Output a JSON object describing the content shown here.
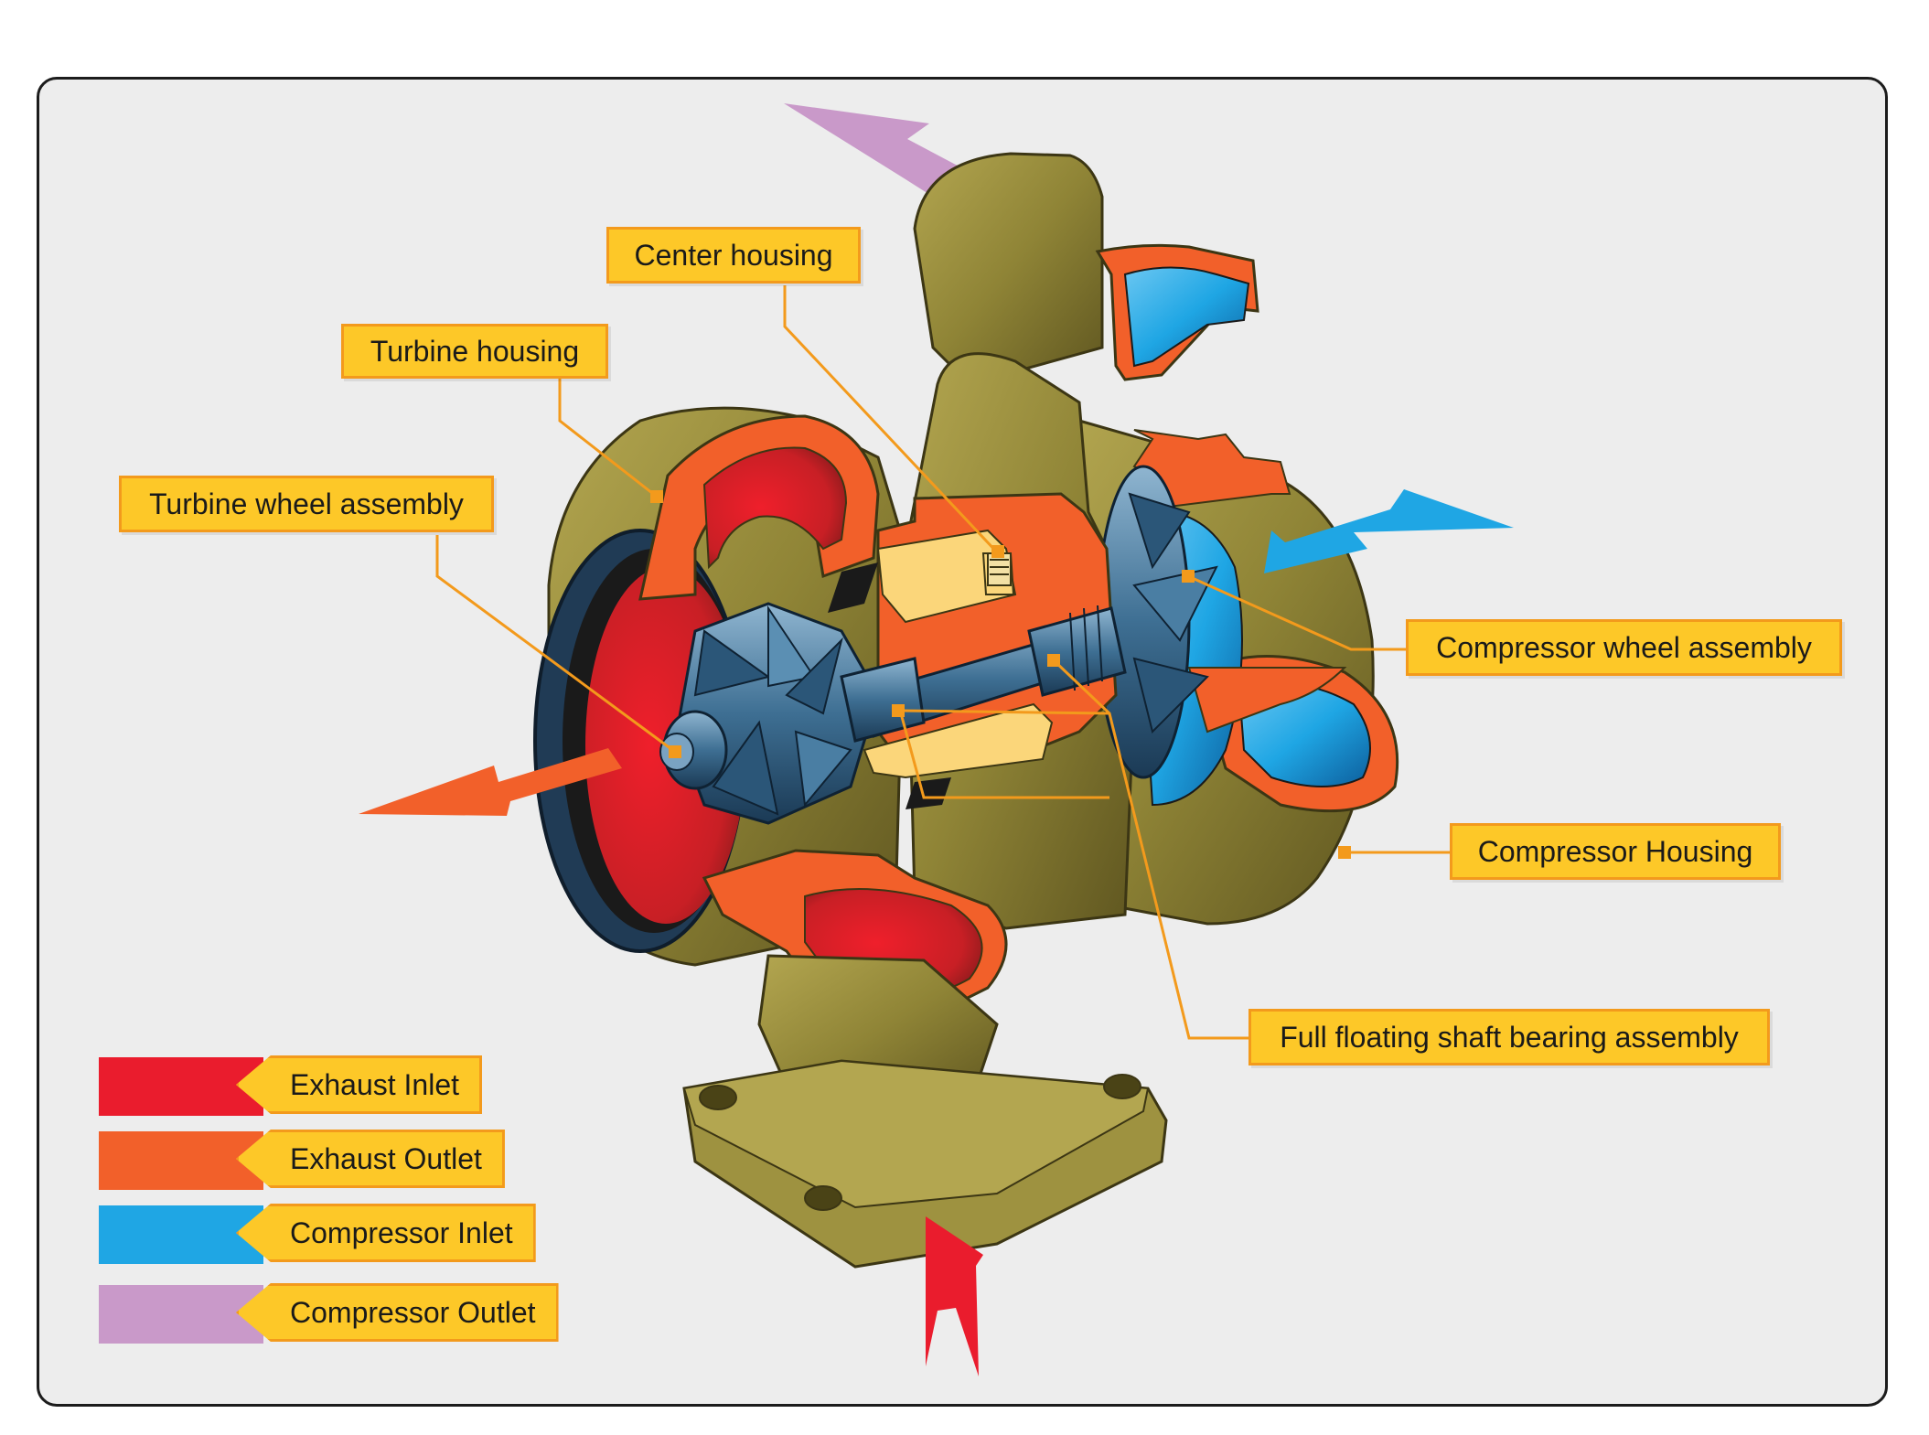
{
  "callouts": {
    "center_housing": "Center housing",
    "turbine_housing": "Turbine housing",
    "turbine_wheel_assembly": "Turbine wheel assembly",
    "compressor_wheel_assembly": "Compressor wheel assembly",
    "compressor_housing": "Compressor Housing",
    "full_floating_shaft_bearing_assembly": "Full floating shaft bearing assembly"
  },
  "legend": [
    {
      "label": "Exhaust Inlet",
      "color": "#ea1c2d"
    },
    {
      "label": "Exhaust Outlet",
      "color": "#f2602a"
    },
    {
      "label": "Compressor Inlet",
      "color": "#1fa6e4"
    },
    {
      "label": "Compressor Outlet",
      "color": "#c999c9"
    }
  ],
  "colors": {
    "callout_fill": "#fdc828",
    "callout_border": "#f39a1c",
    "leader_line": "#f39a1c",
    "housing_metal": "#8f8436",
    "section_cut": "#f2602a",
    "bearing_cut": "#fbd67a",
    "rotor_steel": "#3e6f93"
  }
}
